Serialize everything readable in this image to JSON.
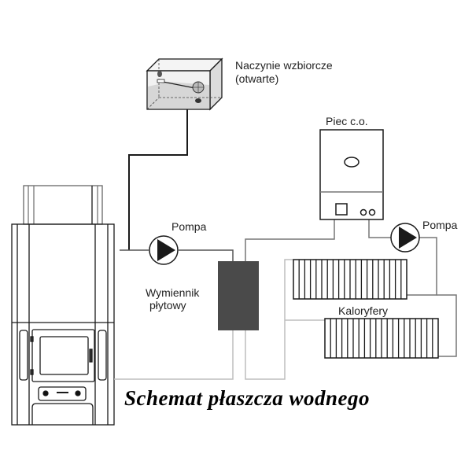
{
  "diagram": {
    "title": "Schemat płaszcza wodnego",
    "labels": {
      "expansion_vessel_line1": "Naczynie wzbiorcze",
      "expansion_vessel_line2": "(otwarte)",
      "boiler": "Piec c.o.",
      "pump_left": "Pompa",
      "pump_right": "Pompa",
      "exchanger_line1": "Wymiennik",
      "exchanger_line2": "płytowy",
      "radiators": "Kaloryfery"
    },
    "components": {
      "radiator_fin_count": 20
    },
    "colors": {
      "line_dark": "#1a1a1a",
      "pipe_gray": "#9a9a9a",
      "pipe_light": "#bdbdbd",
      "exchanger_fill": "#4a4a4a",
      "vessel_fill": "#e6e6e6"
    }
  }
}
